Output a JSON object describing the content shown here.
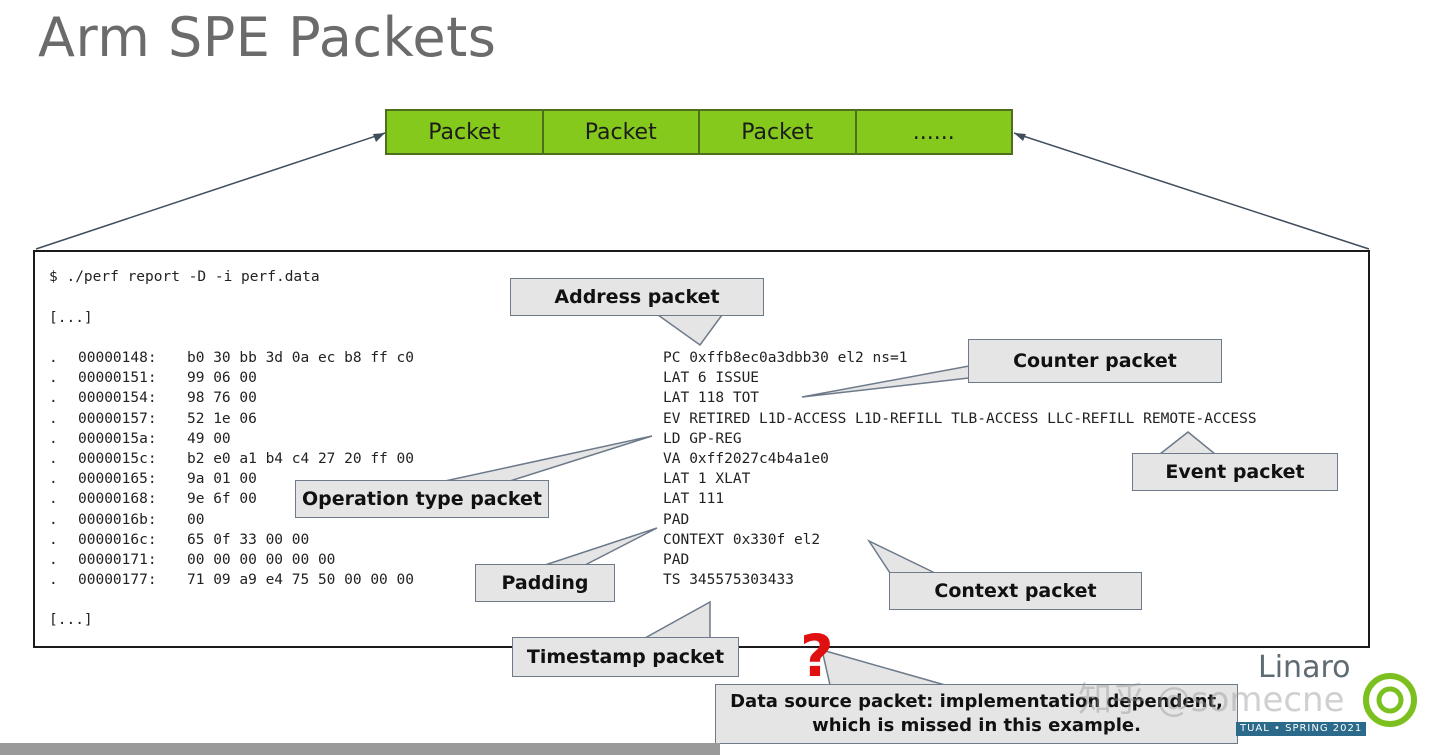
{
  "title": "Arm SPE Packets",
  "packet_bar": [
    "Packet",
    "Packet",
    "Packet",
    "......"
  ],
  "terminal": {
    "command": "$ ./perf report -D -i perf.data",
    "ellipsis_top": "[...]",
    "ellipsis_bottom": "[...]",
    "rows": [
      {
        "dot": ".",
        "offset": "00000148:",
        "bytes": "b0 30 bb 3d 0a ec b8 ff c0",
        "decoded": "PC 0xffb8ec0a3dbb30 el2 ns=1"
      },
      {
        "dot": ".",
        "offset": "00000151:",
        "bytes": "99 06 00",
        "decoded": "LAT 6 ISSUE"
      },
      {
        "dot": ".",
        "offset": "00000154:",
        "bytes": "98 76 00",
        "decoded": "LAT 118 TOT"
      },
      {
        "dot": ".",
        "offset": "00000157:",
        "bytes": "52 1e 06",
        "decoded": "EV RETIRED L1D-ACCESS L1D-REFILL TLB-ACCESS LLC-REFILL REMOTE-ACCESS"
      },
      {
        "dot": ".",
        "offset": "0000015a:",
        "bytes": "49 00",
        "decoded": "LD GP-REG"
      },
      {
        "dot": ".",
        "offset": "0000015c:",
        "bytes": "b2 e0 a1 b4 c4 27 20 ff 00",
        "decoded": "VA 0xff2027c4b4a1e0"
      },
      {
        "dot": ".",
        "offset": "00000165:",
        "bytes": "9a 01 00",
        "decoded": "LAT 1 XLAT"
      },
      {
        "dot": ".",
        "offset": "00000168:",
        "bytes": "9e 6f 00",
        "decoded": "LAT 111"
      },
      {
        "dot": ".",
        "offset": "0000016b:",
        "bytes": "00",
        "decoded": "PAD"
      },
      {
        "dot": ".",
        "offset": "0000016c:",
        "bytes": "65 0f 33 00 00",
        "decoded": "CONTEXT 0x330f el2"
      },
      {
        "dot": ".",
        "offset": "00000171:",
        "bytes": "00 00 00 00 00 00",
        "decoded": "PAD"
      },
      {
        "dot": ".",
        "offset": "00000177:",
        "bytes": "71 09 a9 e4 75 50 00 00 00",
        "decoded": "TS 345575303433"
      }
    ]
  },
  "callouts": {
    "address": "Address packet",
    "counter": "Counter packet",
    "event": "Event packet",
    "operation": "Operation type packet",
    "padding": "Padding",
    "context": "Context packet",
    "timestamp": "Timestamp packet",
    "data_source_line1": "Data source  packet: implementation dependent,",
    "data_source_line2": "which is missed in this example."
  },
  "question_mark": "?",
  "logo": {
    "linaro": "Linaro",
    "spring": "TUAL • SPRING 2021",
    "watermark": "知乎 @somecne"
  }
}
